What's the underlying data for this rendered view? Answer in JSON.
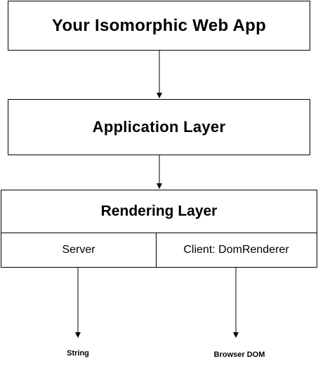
{
  "diagram": {
    "app": {
      "title": "Your Isomorphic Web App"
    },
    "application_layer": {
      "title": "Application Layer"
    },
    "rendering_layer": {
      "title": "Rendering Layer",
      "server": "Server",
      "client": "Client: DomRenderer"
    },
    "outputs": {
      "server_output": "String",
      "client_output": "Browser DOM"
    },
    "colors": {
      "stroke": "#000000",
      "background": "#ffffff"
    }
  }
}
